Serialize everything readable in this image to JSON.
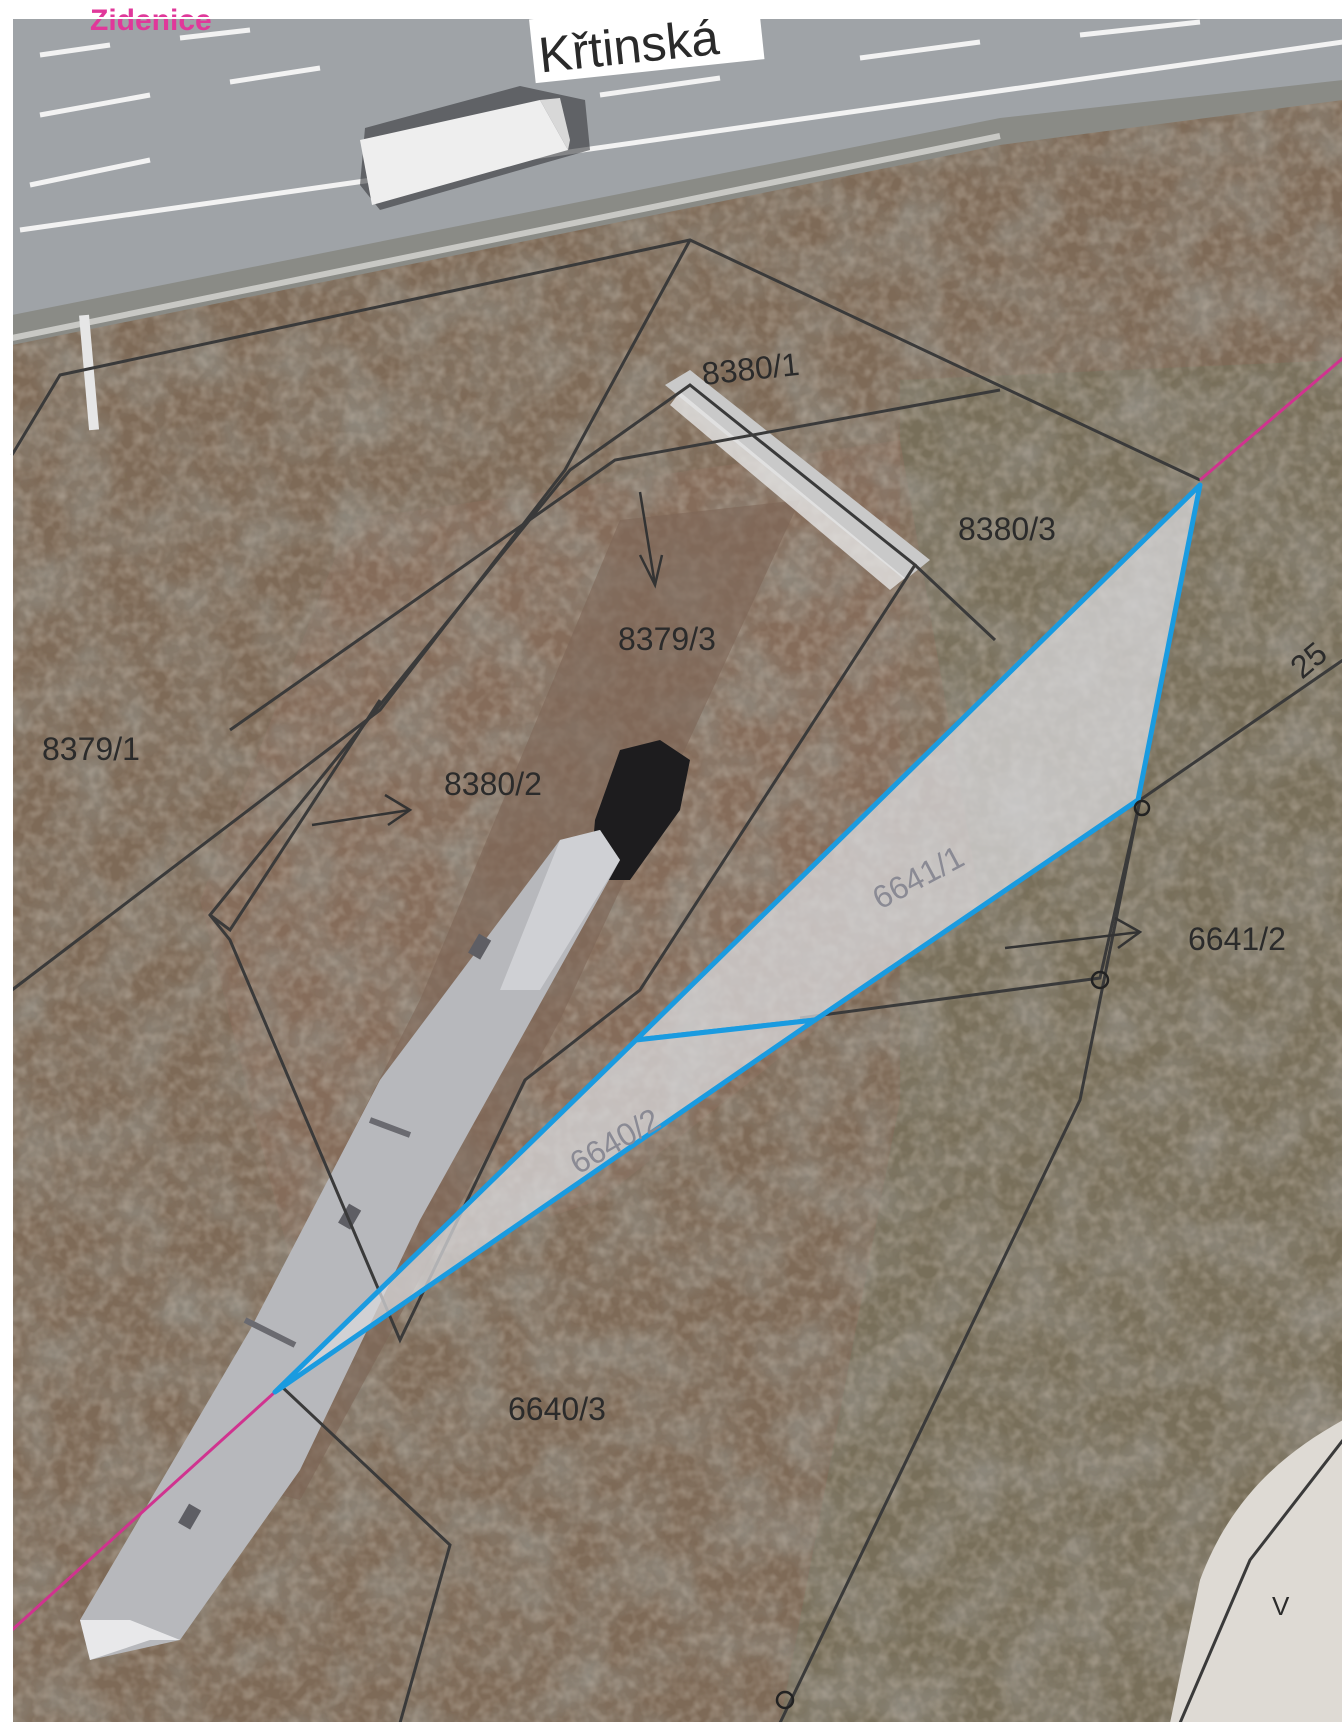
{
  "map": {
    "street_name": "Křtinská",
    "district_label": "Zidenice",
    "parcel_labels": {
      "p8380_1": "8380/1",
      "p8380_3": "8380/3",
      "p8379_3": "8379/3",
      "p8379_1": "8379/1",
      "p8380_2": "8380/2",
      "p6641_1": "6641/1",
      "p6641_2": "6641/2",
      "p6640_2": "6640/2",
      "p6640_3": "6640/3",
      "p25": "25",
      "corner_mark": "V"
    },
    "colors": {
      "parcel_border": "#3a3a3a",
      "highlight_outline": "#1a9be0",
      "highlight_fill": "#d9d9dc",
      "boundary_line": "#d0338f",
      "road": "#9ea2a6",
      "vegetation": "#7c6a55"
    }
  }
}
